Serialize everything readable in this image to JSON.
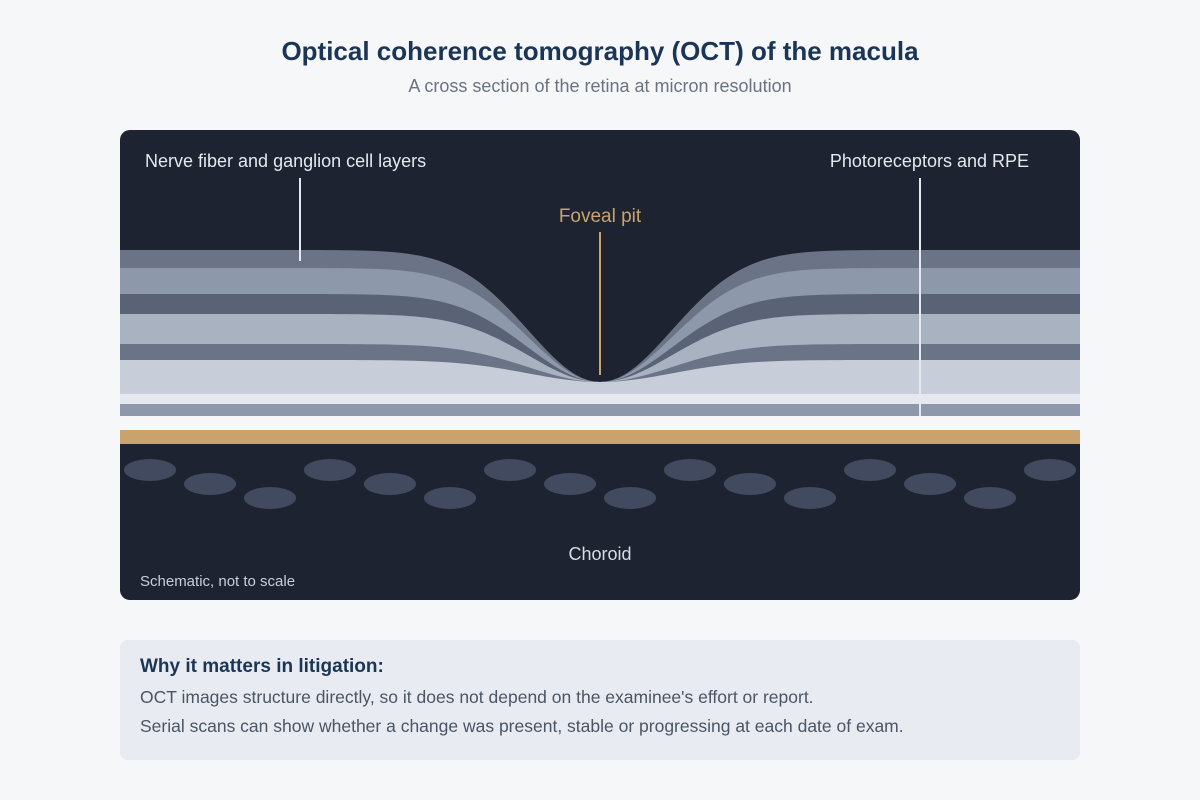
{
  "header": {
    "title": "Optical coherence tomography (OCT) of the macula",
    "subtitle": "A cross section of the retina at micron resolution"
  },
  "diagram": {
    "labels": {
      "nerve_fiber": "Nerve fiber and ganglion cell layers",
      "photoreceptors": "Photoreceptors and RPE",
      "foveal_pit": "Foveal pit",
      "choroid": "Choroid",
      "footnote": "Schematic, not to scale"
    },
    "colors": {
      "panel_bg": "#1d2330",
      "layer_dark": "#6b7487",
      "layer_mid": "#8d98aa",
      "layer_deep": "#5a6376",
      "layer_light": "#a9b2c1",
      "layer_pale": "#c8ced9",
      "rpe_band": "#c9a36b",
      "vessel": "#414a5e",
      "foveal_accent": "#c9a36b"
    }
  },
  "callout": {
    "heading": "Why it matters in litigation:",
    "lines": [
      "OCT images structure directly, so it does not depend on the examinee's effort or report.",
      "Serial scans can show whether a change was present, stable or progressing at each date of exam."
    ]
  }
}
